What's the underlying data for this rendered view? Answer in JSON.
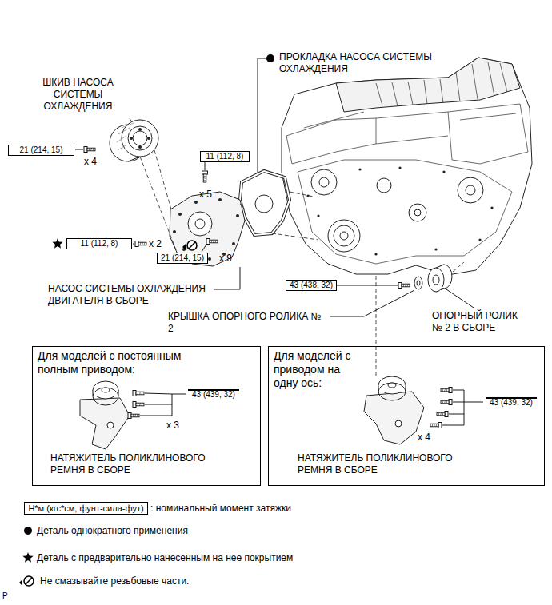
{
  "diagram": {
    "nodes": [
      {
        "text": [
          "21 (214, 15)"
        ]
      },
      {
        "text": [
          "11 (112, 8)"
        ]
      },
      {
        "text": [
          "11 (112, 8)"
        ]
      },
      {
        "text": [
          "21 (214, 15)"
        ]
      },
      {
        "text": [
          "43 (438, 32)"
        ]
      },
      {
        "text": [
          "Для моделей с постоянным полным приводом:",
          "НАТЯЖИТЕЛЬ ПОЛИКЛИНОВОГО РЕМНЯ В СБОРЕ"
        ]
      },
      {
        "text": [
          "43 (439, 32)"
        ],
        "in": 5
      },
      {
        "text": [
          "Для моделей с приводом на одну ось:",
          "НАТЯЖИТЕЛЬ ПОЛИКЛИНОВОГО РЕМНЯ В СБОРЕ"
        ]
      },
      {
        "text": [
          "43 (439, 32)"
        ],
        "in": 7
      },
      {
        "text": [
          "Н*м (кгс*см, фунт-сила-фут)"
        ]
      }
    ],
    "labels": [
      "ПРОКЛАДКА НАСОСА СИСТЕМЫ ОХЛАЖДЕНИЯ",
      "ШКИВ НАСОСА СИСТЕМЫ ОХЛАЖДЕНИЯ",
      "x 4",
      "x 5",
      "x 2",
      "x 9",
      "НАСОС СИСТЕМЫ ОХЛАЖДЕНИЯ ДВИГАТЕЛЯ В СБОРЕ",
      "КРЫШКА ОПОРНОГО РОЛИКА № 2",
      "ОПОРНЫЙ РОЛИК № 2 В СБОРЕ",
      "x 3",
      "x 4",
      "P"
    ],
    "legend": [
      {
        "text": ": номинальный момент затяжки"
      },
      {
        "text": "Деталь однократного применения"
      },
      {
        "text": "Деталь с предварительно нанесенным на нее покрытием"
      },
      {
        "text": "Не смазывайте резьбовые части."
      }
    ]
  }
}
